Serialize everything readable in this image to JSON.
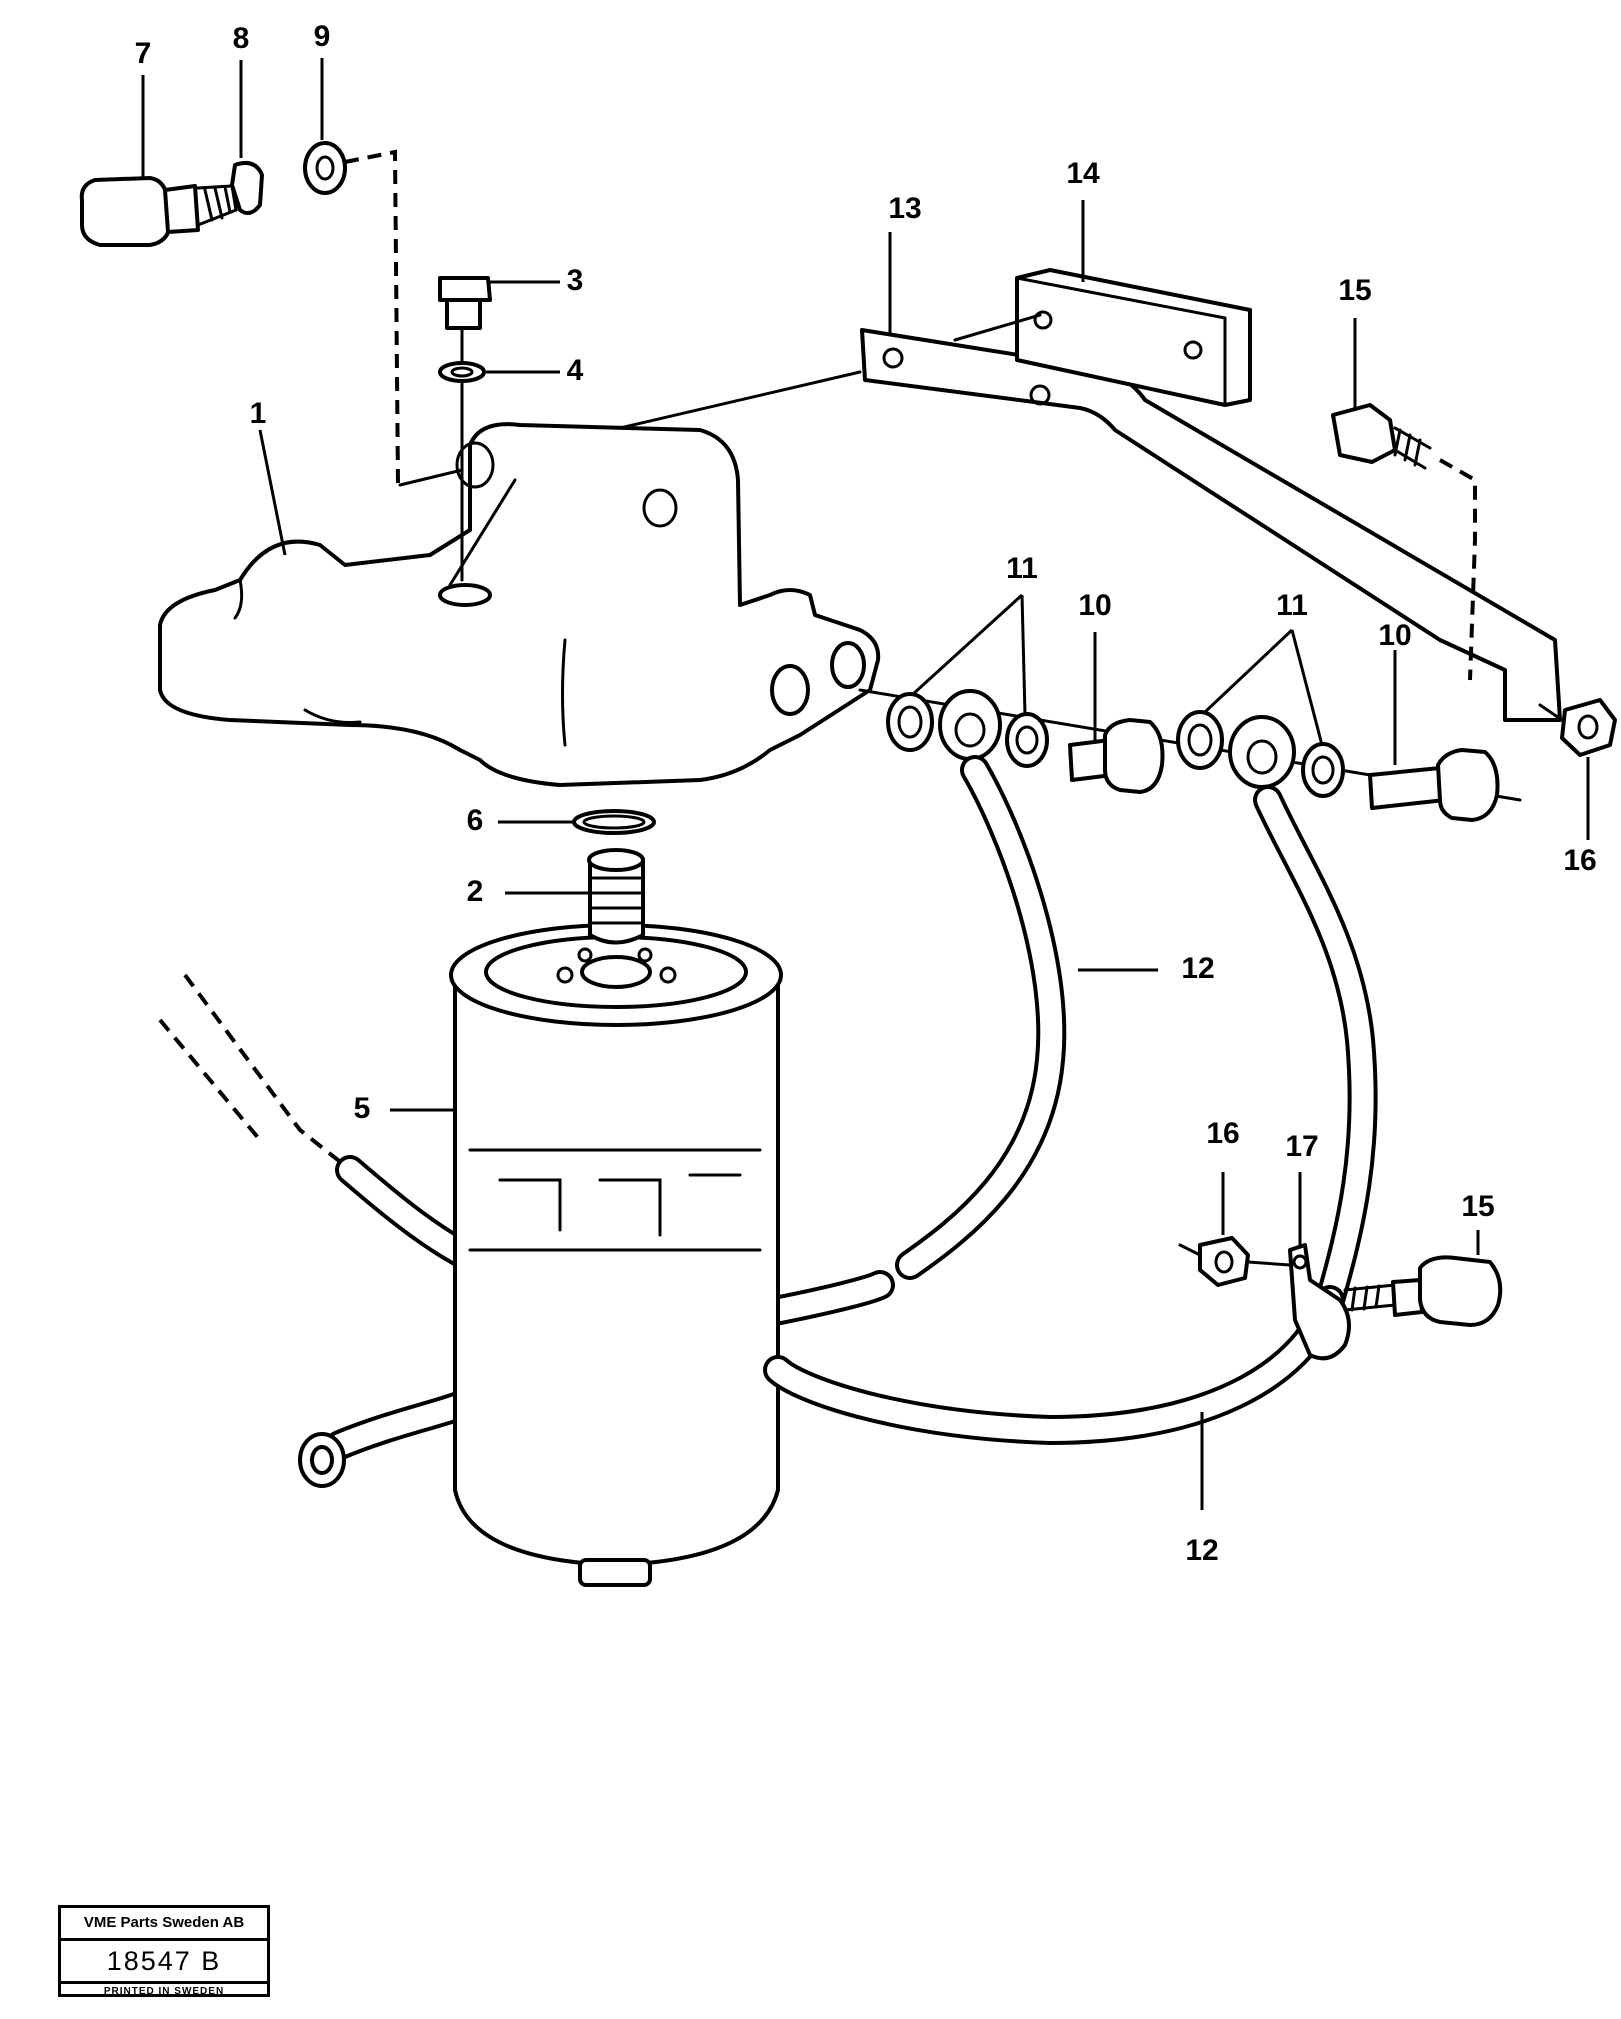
{
  "callouts": {
    "c1": "1",
    "c2": "2",
    "c3": "3",
    "c4": "4",
    "c5": "5",
    "c6": "6",
    "c7": "7",
    "c8": "8",
    "c9": "9",
    "c10a": "10",
    "c10b": "10",
    "c11a": "11",
    "c11b": "11",
    "c12a": "12",
    "c12b": "12",
    "c13": "13",
    "c14": "14",
    "c15a": "15",
    "c15b": "15",
    "c16a": "16",
    "c16b": "16",
    "c17": "17"
  },
  "title_block": {
    "company": "VME Parts Sweden AB",
    "drawing_number": "18547 B",
    "printed": "PRINTED IN SWEDEN"
  }
}
